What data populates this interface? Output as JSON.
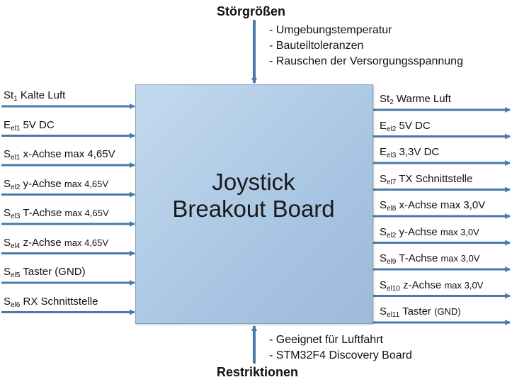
{
  "title": "Störgrößen",
  "disturbances": [
    "- Umgebungstemperatur",
    "- Bauteiltoleranzen",
    "- Rauschen der Versorgungsspannung"
  ],
  "footer_title": "Restriktionen",
  "restrictions": [
    "- Geeignet für Luftfahrt",
    "- STM32F4 Discovery Board"
  ],
  "board": {
    "line1": "Joystick",
    "line2": "Breakout Board"
  },
  "colors": {
    "board": "#a8c6e3",
    "arrow": "#4a7aa8"
  },
  "inputs": [
    {
      "sym": "St",
      "sub": "1",
      "text": " Kalte Luft",
      "small": ""
    },
    {
      "sym": "E",
      "sub": "el1",
      "text": " 5V DC",
      "small": ""
    },
    {
      "sym": "S",
      "sub": "el1",
      "text": " x-Achse max 4,65V",
      "small": ""
    },
    {
      "sym": "S",
      "sub": "el2",
      "text": " y-Achse ",
      "small": "max 4,65V"
    },
    {
      "sym": "S",
      "sub": "el3",
      "text": " T-Achse ",
      "small": "max 4,65V"
    },
    {
      "sym": "S",
      "sub": "el4",
      "text": " z-Achse ",
      "small": "max 4,65V"
    },
    {
      "sym": "S",
      "sub": "el5",
      "text": " Taster (GND)",
      "small": ""
    },
    {
      "sym": "S",
      "sub": "el6",
      "text": " RX Schnittstelle",
      "small": ""
    }
  ],
  "outputs": [
    {
      "sym": "St",
      "sub": "2",
      "text": " Warme Luft",
      "small": ""
    },
    {
      "sym": "E",
      "sub": "el2",
      "text": " 5V DC",
      "small": ""
    },
    {
      "sym": "E",
      "sub": "el3",
      "text": " 3,3V DC",
      "small": ""
    },
    {
      "sym": "S",
      "sub": "el7",
      "text": " TX Schnittstelle",
      "small": ""
    },
    {
      "sym": "S",
      "sub": "el8",
      "text": " x-Achse max 3,0V",
      "small": ""
    },
    {
      "sym": "S",
      "sub": "el2",
      "text": " y-Achse ",
      "small": "max 3,0V"
    },
    {
      "sym": "S",
      "sub": "el9",
      "text": " T-Achse ",
      "small": "max 3,0V"
    },
    {
      "sym": "S",
      "sub": "el10",
      "text": " z-Achse ",
      "small": "max 3,0V"
    },
    {
      "sym": "S",
      "sub": "el11",
      "text": " Taster ",
      "small": "(GND)"
    }
  ]
}
